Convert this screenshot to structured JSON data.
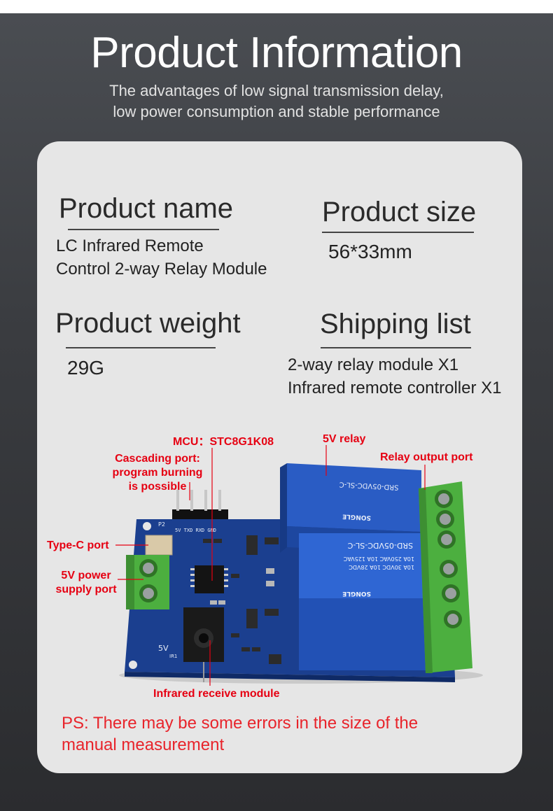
{
  "header": {
    "title": "Product Information",
    "subtitle_line1": "The advantages of low signal transmission delay,",
    "subtitle_line2": "low power consumption and stable performance"
  },
  "specs": {
    "name_heading": "Product name",
    "name_line1": "LC Infrared Remote",
    "name_line2": "Control 2-way Relay Module",
    "size_heading": "Product size",
    "size_value": "56*33mm",
    "weight_heading": "Product weight",
    "weight_value": "29G",
    "shipping_heading": "Shipping list",
    "shipping_line1": "2-way relay module X1",
    "shipping_line2": "Infrared remote controller X1"
  },
  "callouts": {
    "mcu": "MCU：STC8G1K08",
    "relay": "5V relay",
    "relay_output": "Relay output port",
    "cascading_1": "Cascading port:",
    "cascading_2": "program burning",
    "cascading_3": "is possible",
    "typec": "Type-C port",
    "power_1": "5V power",
    "power_2": "supply port",
    "ir": "Infrared receive module"
  },
  "board": {
    "relay_model": "SRD-05VDC-SL-C",
    "relay_brand": "SONGLE",
    "relay_rating_1": "10A 250VAC  10A 125VAC",
    "relay_rating_2": "10A 30VDC  10A 28VDC",
    "pin_labels": "5V TXD RXD GND",
    "silk_5v": "5V",
    "silk_ir1": "IR1",
    "silk_p2": "P2"
  },
  "note": {
    "ps": "PS: There may be some errors in the size of the manual measurement"
  },
  "colors": {
    "accent_red": "#e60012",
    "pcb_blue": "#1b3f8f",
    "terminal_green": "#4caf3f",
    "relay_blue": "#2a5cc4"
  }
}
